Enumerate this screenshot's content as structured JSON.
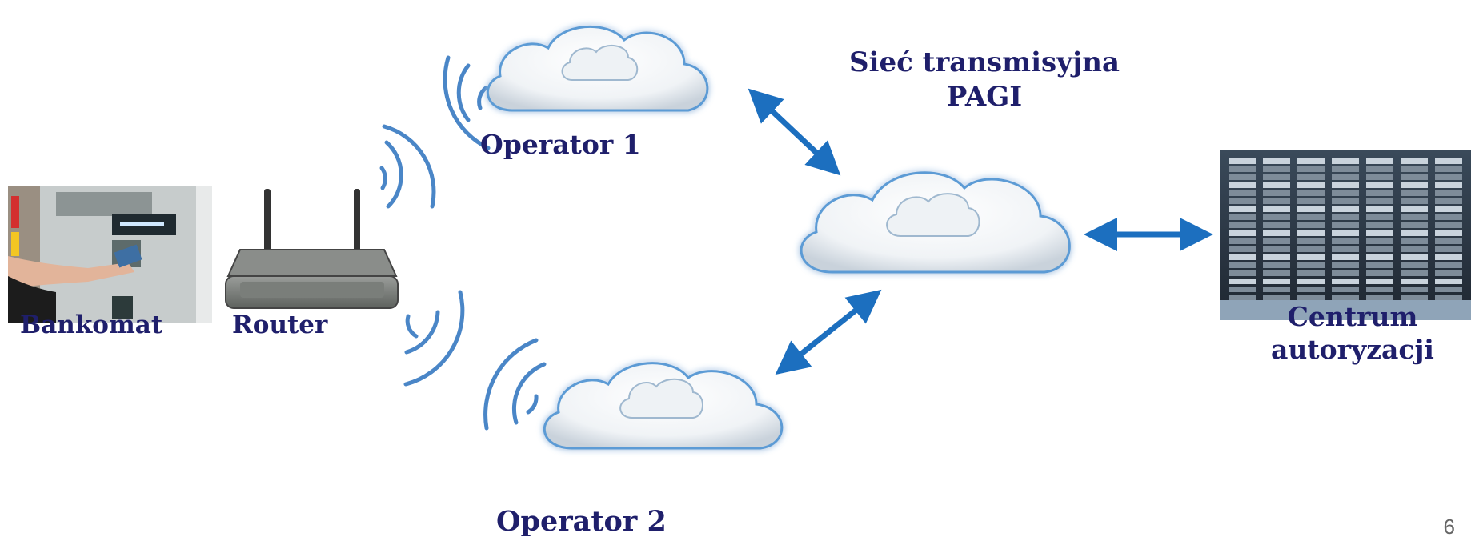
{
  "nodes": {
    "bankomat": "Bankomat",
    "router": "Router",
    "operator1": "Operator 1",
    "operator2": "Operator 2",
    "network_line1": "Sieć transmisyjna",
    "network_line2": "PAGI",
    "auth_center_line1": "Centrum",
    "auth_center_line2": "autoryzacji"
  },
  "page_number": "6",
  "colors": {
    "label_text": "#1f1f6b",
    "arrows": "#1c6fbf",
    "wifi_waves": "#4a86c7"
  },
  "icons": [
    "atm-photo",
    "router-icon",
    "cloud-icon",
    "server-rack-photo",
    "wifi-signal-icon",
    "double-arrow-icon"
  ]
}
